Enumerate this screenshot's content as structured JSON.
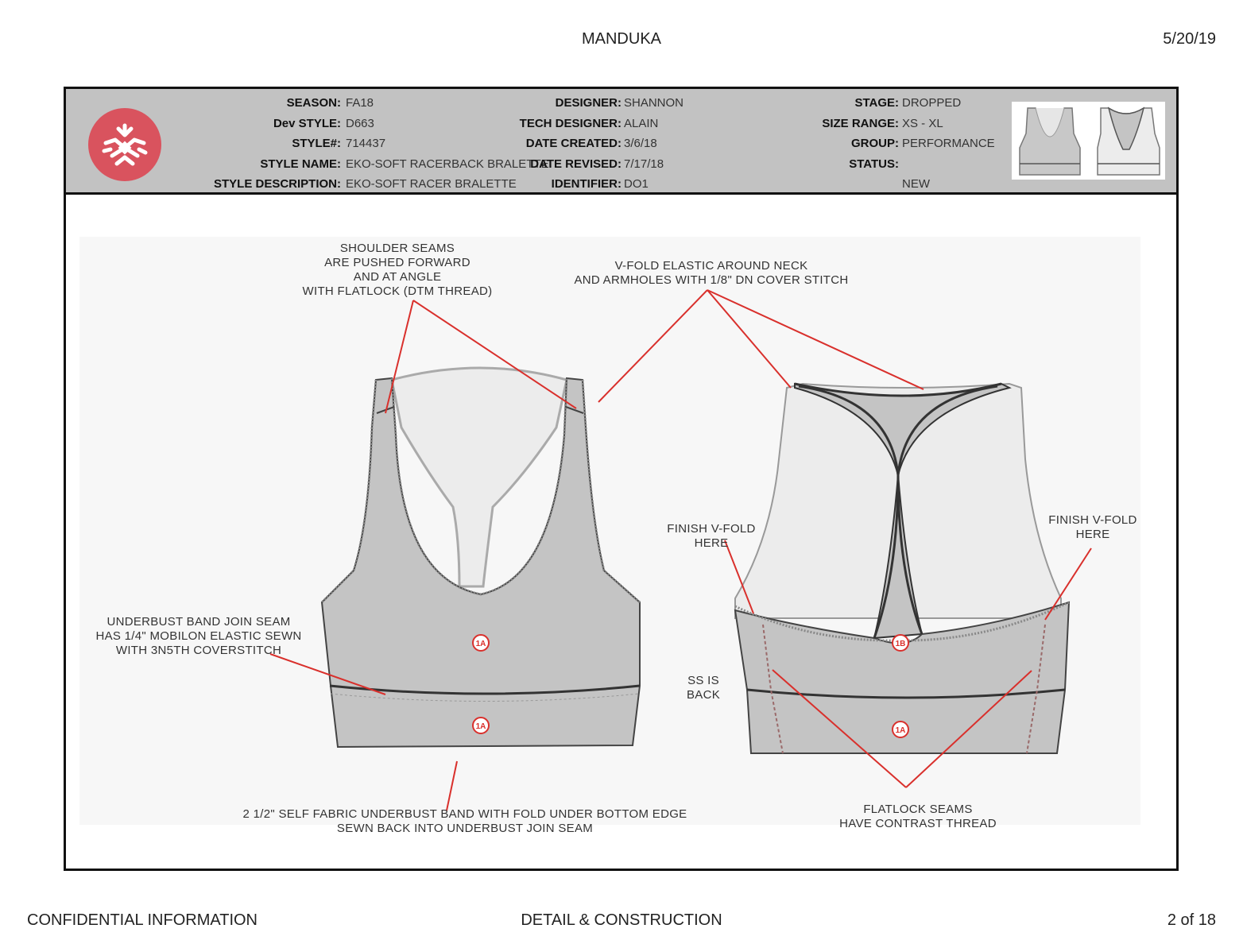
{
  "header": {
    "title": "MANDUKA",
    "date": "5/20/19"
  },
  "info": {
    "col1": [
      {
        "label": "SEASON:",
        "value": "FA18"
      },
      {
        "label": "Dev STYLE:",
        "value": "D663"
      },
      {
        "label": "STYLE#:",
        "value": "714437"
      },
      {
        "label": "STYLE NAME:",
        "value": "EKO-SOFT RACERBACK BRALETTE"
      },
      {
        "label": "STYLE DESCRIPTION:",
        "value": "EKO-SOFT RACER BRALETTE"
      }
    ],
    "col2": [
      {
        "label": "DESIGNER:",
        "value": "SHANNON"
      },
      {
        "label": "TECH DESIGNER:",
        "value": "ALAIN"
      },
      {
        "label": "DATE CREATED:",
        "value": "3/6/18"
      },
      {
        "label": "DATE REVISED:",
        "value": "7/17/18"
      },
      {
        "label": "IDENTIFIER:",
        "value": "DO1"
      }
    ],
    "col3": [
      {
        "label": "STAGE:",
        "value": "DROPPED"
      },
      {
        "label": "SIZE RANGE:",
        "value": "XS - XL"
      },
      {
        "label": "GROUP:",
        "value": "PERFORMANCE"
      },
      {
        "label": "STATUS:",
        "value": ""
      },
      {
        "label": "",
        "value": "NEW"
      }
    ]
  },
  "annotations": {
    "shoulder": [
      "SHOULDER SEAMS",
      "ARE PUSHED FORWARD",
      "AND AT ANGLE",
      "WITH FLATLOCK (DTM THREAD)"
    ],
    "vfold": [
      "V-FOLD ELASTIC AROUND NECK",
      "AND ARMHOLES WITH 1/8\" DN COVER STITCH"
    ],
    "underbust": [
      "UNDERBUST BAND JOIN SEAM",
      "HAS 1/4\" MOBILON ELASTIC SEWN",
      "WITH 3N5TH COVERSTITCH"
    ],
    "band": [
      "2 1/2\" SELF FABRIC UNDERBUST BAND WITH FOLD UNDER BOTTOM EDGE",
      "SEWN BACK INTO UNDERBUST JOIN SEAM"
    ],
    "finish_left": [
      "FINISH V-FOLD",
      "HERE"
    ],
    "finish_right": [
      "FINISH V-FOLD",
      "HERE"
    ],
    "ss_back": [
      "SS IS",
      "BACK"
    ],
    "flatlock": [
      "FLATLOCK SEAMS",
      "HAVE CONTRAST THREAD"
    ]
  },
  "markers": {
    "front_body": "1A",
    "front_band": "1A",
    "back_body": "1B",
    "back_band": "1A"
  },
  "footer": {
    "left": "CONFIDENTIAL INFORMATION",
    "center": "DETAIL & CONSTRUCTION",
    "right": "2 of 18"
  },
  "colors": {
    "accent_red": "#d9302c",
    "garment_gray": "#c4c4c4",
    "lining_light": "#e8e8e8",
    "logo": "#d9535e",
    "header_bg": "#c2c2c2"
  }
}
